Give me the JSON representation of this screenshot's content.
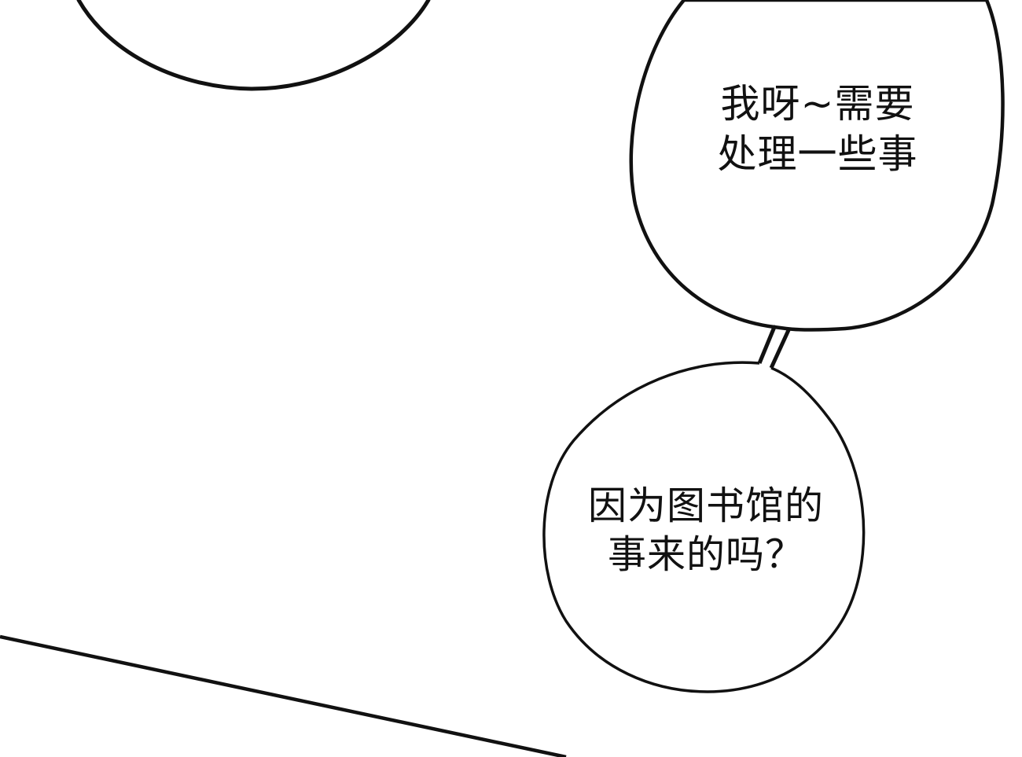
{
  "panel": {
    "background": "#ffffff",
    "ink": "#111111"
  },
  "bubbles": [
    {
      "id": "top-left",
      "text": ""
    },
    {
      "id": "top-right",
      "text": "我呀~需要\n处理一些事"
    },
    {
      "id": "bottom-right",
      "text": "因为图书馆的\n事来的吗？"
    }
  ]
}
